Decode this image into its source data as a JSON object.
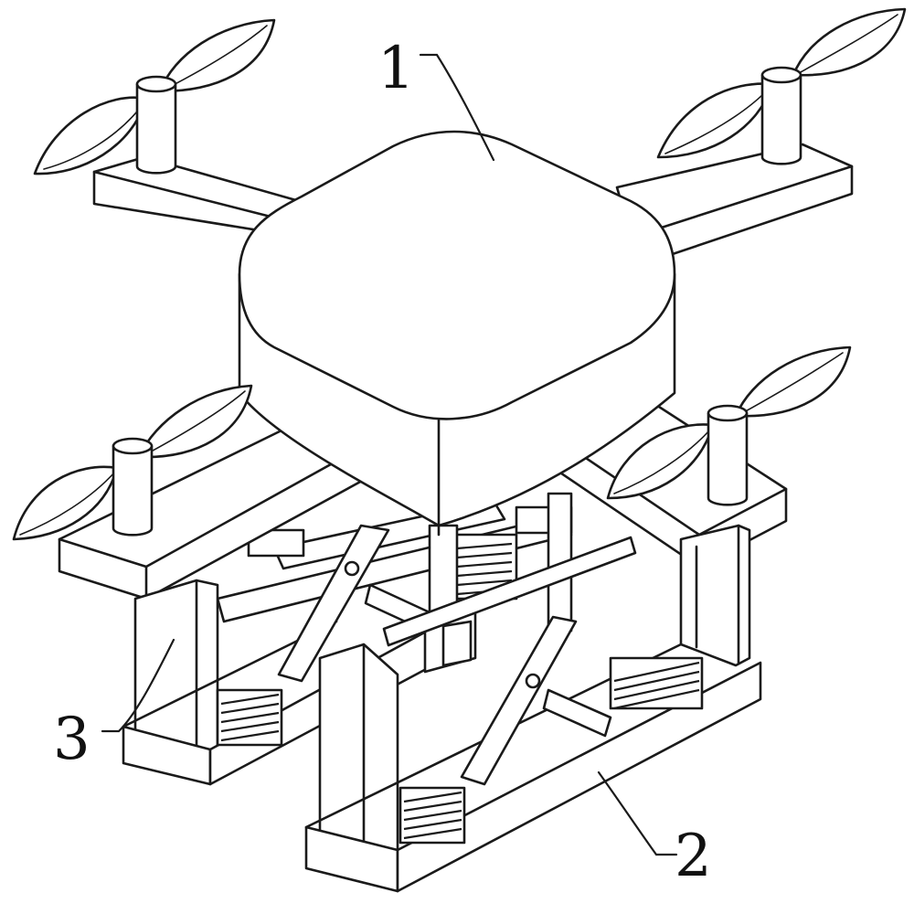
{
  "labels": {
    "body": "1",
    "landing_frame": "2",
    "leg": "3"
  },
  "icons": {
    "propeller": "propeller-icon",
    "spring": "spring-icon"
  },
  "colors": {
    "line": "#1a1a1a",
    "background": "#ffffff"
  }
}
